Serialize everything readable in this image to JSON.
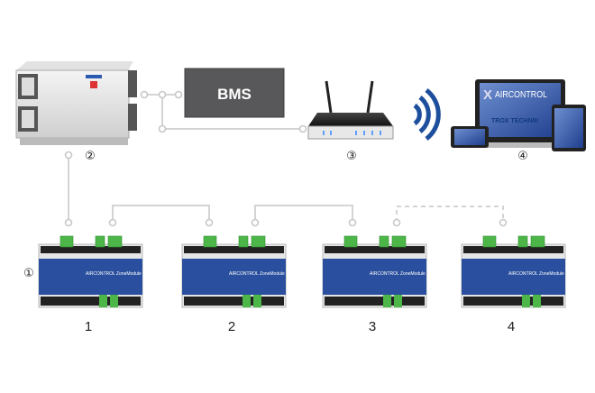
{
  "bms": {
    "label": "BMS"
  },
  "markers": {
    "zone_modules": "①",
    "air_handling_unit": "②",
    "router": "③",
    "devices": "④"
  },
  "modules": [
    {
      "label": "1"
    },
    {
      "label": "2"
    },
    {
      "label": "3"
    },
    {
      "label": "4"
    }
  ],
  "branding": {
    "app": "AIRCONTROL",
    "company": "TROX TECHNIK",
    "module_name": "AIRCONTROL ZoneModule"
  },
  "colors": {
    "bms_box": "#58585a",
    "wifi": "#1d4f9c",
    "module_blue": "#2a4f9e",
    "connector_green": "#4cb748",
    "line": "#d4d4d4"
  }
}
